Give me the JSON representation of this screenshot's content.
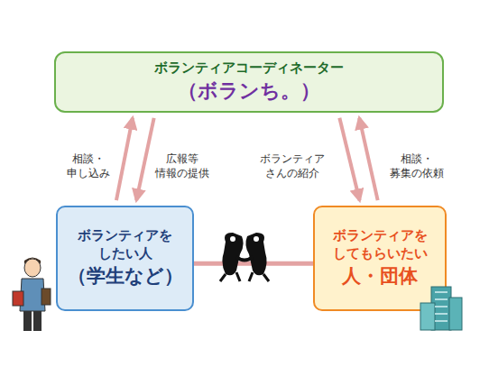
{
  "diagram": {
    "nodes": [
      {
        "text": [
          "ボランティアコーディネーター",
          "（ボランち。）"
        ]
      },
      {
        "text": [
          "ボランティアを したい人",
          "（学生など）"
        ]
      },
      {
        "text": [
          "ボランティアを してもらいたい",
          "人・団体"
        ]
      }
    ],
    "edges": [
      {
        "from": 1,
        "to": 0,
        "label": "相談・ 申し込み",
        "arrow": "to"
      },
      {
        "from": 0,
        "to": 1,
        "label": "広報等 情報の提供",
        "arrow": "to"
      },
      {
        "from": 0,
        "to": 2,
        "label": "ボランティア さんの紹介",
        "arrow": "to"
      },
      {
        "from": 2,
        "to": 0,
        "label": "相談・ 募集の依頼",
        "arrow": "to"
      },
      {
        "from": 1,
        "to": 2,
        "arrow": "none"
      }
    ]
  }
}
